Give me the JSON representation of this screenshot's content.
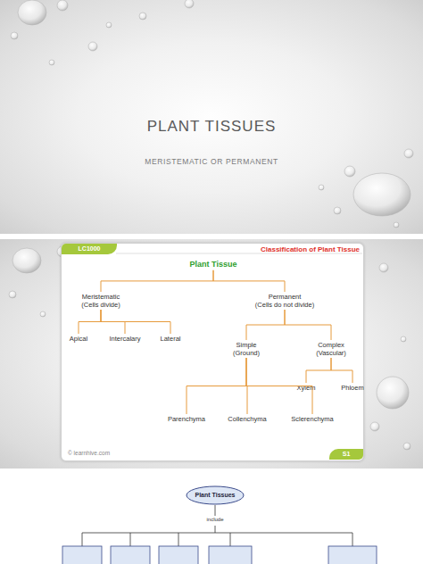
{
  "diagram": {
    "nodes": [
      {
        "text": [
          "PLANT TISSUES",
          "MERISTEMATIC OR PERMANENT"
        ]
      },
      {
        "text": [
          "Classification of Plant Tissue",
          "© learnhive.com"
        ]
      },
      {
        "text": [
          "LC1000"
        ],
        "in": 1
      },
      {
        "text": [
          "Plant Tissue"
        ],
        "in": 1
      },
      {
        "text": [
          "Meristematic (Cells divide)"
        ],
        "in": 1
      },
      {
        "text": [
          "Permanent (Cells do not divide)"
        ],
        "in": 1
      },
      {
        "text": [
          "Apical"
        ],
        "in": 1
      },
      {
        "text": [
          "Intercalary"
        ],
        "in": 1
      },
      {
        "text": [
          "Lateral"
        ],
        "in": 1
      },
      {
        "text": [
          "Simple (Ground)"
        ],
        "in": 1
      },
      {
        "text": [
          "Complex (Vascular)"
        ],
        "in": 1
      },
      {
        "text": [
          "Xylem"
        ],
        "in": 1
      },
      {
        "text": [
          "Phloem"
        ],
        "in": 1
      },
      {
        "text": [
          "Parenchyma"
        ],
        "in": 1
      },
      {
        "text": [
          "Collenchyma"
        ],
        "in": 1
      },
      {
        "text": [
          "Sclerenchyma"
        ],
        "in": 1
      },
      {
        "text": [
          "S1"
        ],
        "in": 1
      },
      {
        "text": [
          "Plant Tissues"
        ]
      }
    ],
    "edges": [
      {
        "from": 3,
        "to": 4,
        "arrow": "none"
      },
      {
        "from": 3,
        "to": 5,
        "arrow": "none"
      },
      {
        "from": 4,
        "to": 6,
        "arrow": "none"
      },
      {
        "from": 4,
        "to": 7,
        "arrow": "none"
      },
      {
        "from": 4,
        "to": 8,
        "arrow": "none"
      },
      {
        "from": 5,
        "to": 9,
        "arrow": "none"
      },
      {
        "from": 5,
        "to": 10,
        "arrow": "none"
      },
      {
        "from": 10,
        "to": 11,
        "arrow": "none"
      },
      {
        "from": 10,
        "to": 12,
        "arrow": "none"
      },
      {
        "from": 9,
        "to": 13,
        "arrow": "none"
      },
      {
        "from": 9,
        "to": 14,
        "arrow": "none"
      },
      {
        "from": 9,
        "to": 15,
        "arrow": "none"
      }
    ],
    "labels": [
      "include"
    ]
  }
}
